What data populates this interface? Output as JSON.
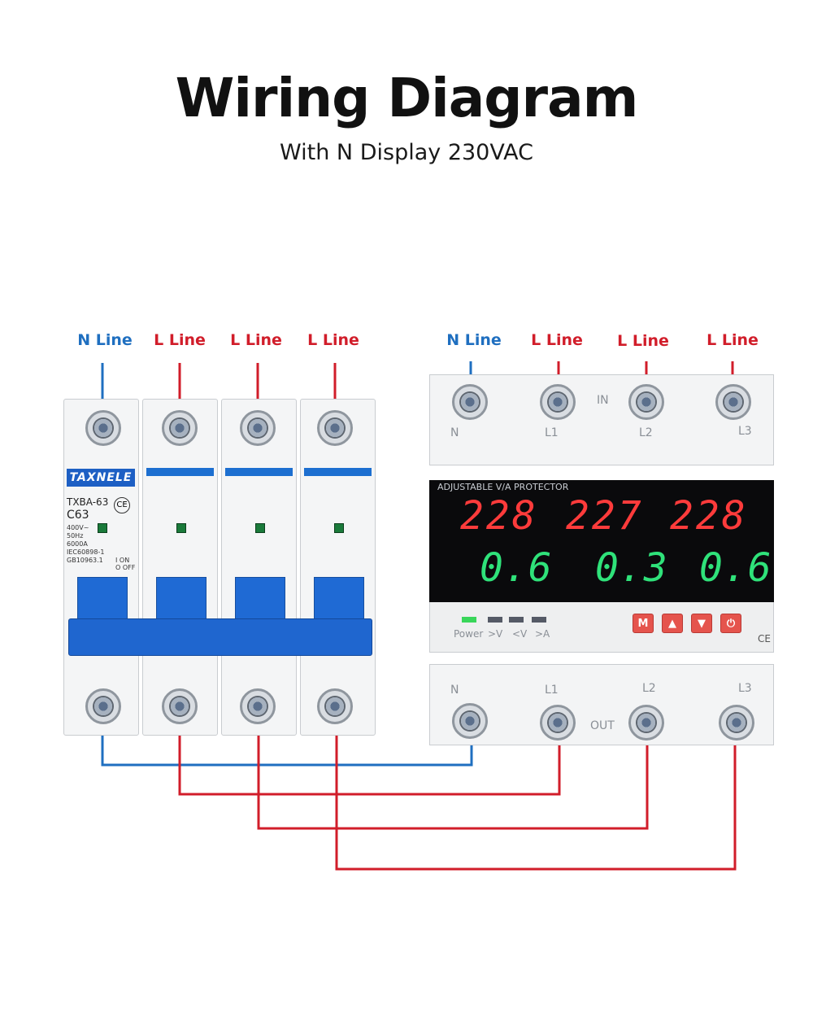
{
  "title": "Wiring Diagram",
  "subtitle": "With N Display 230VAC",
  "breaker_labels": [
    "N Line",
    "L Line",
    "L Line",
    "L Line"
  ],
  "protector_labels": [
    "N Line",
    "L Line",
    "L Line",
    "L Line"
  ],
  "breaker": {
    "brand": "TAXNELE",
    "model": "TXBA-63",
    "curve": "C63",
    "specs": [
      "400V~",
      "50Hz",
      "6000A",
      "IEC60898-1",
      "GB10963.1"
    ],
    "switch_text": [
      "I ON",
      "O OFF"
    ],
    "ce": "CE"
  },
  "protector": {
    "display_title": "ADJUSTABLE V/A PROTECTOR",
    "in_label": "IN",
    "out_label": "OUT",
    "top_terminals": [
      "N",
      "L1",
      "L2",
      "L3"
    ],
    "bottom_terminals": [
      "N",
      "L1",
      "L2",
      "L3"
    ],
    "voltages": [
      "228",
      "227",
      "228"
    ],
    "currents": [
      "0.6",
      "0.3",
      "0.6"
    ],
    "leds": [
      "Power",
      ">V",
      "<V",
      ">A"
    ],
    "buttons": [
      "M",
      "▲",
      "▼",
      "⏻"
    ],
    "ce": "CE"
  },
  "colors": {
    "neutral": "#1f6fc0",
    "line": "#d11d2a"
  }
}
